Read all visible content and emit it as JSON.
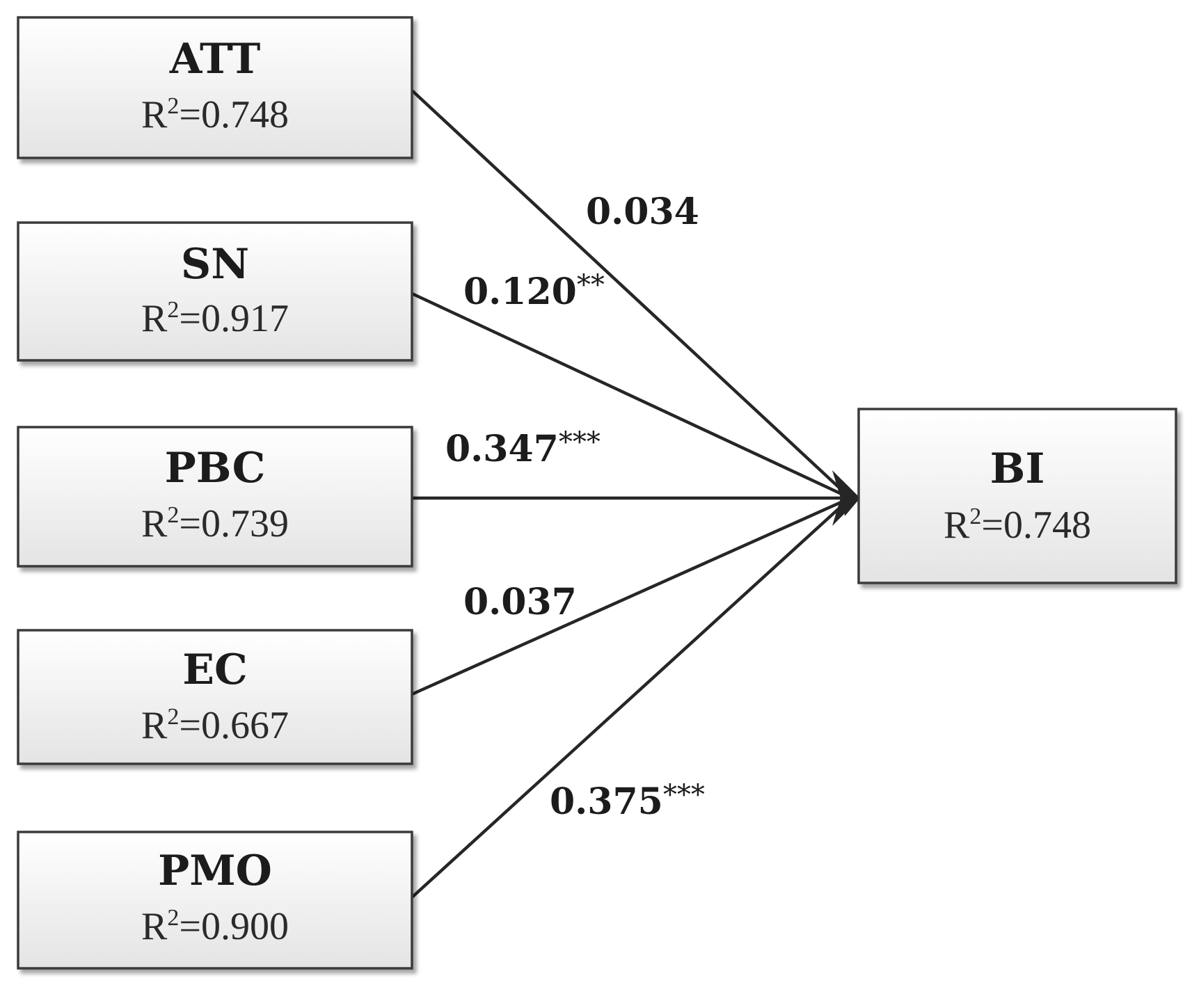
{
  "nodes": [
    {
      "id": "att",
      "name": "ATT",
      "r2_prefix": "R",
      "r2_sup": "2",
      "r2_value": "=0.748"
    },
    {
      "id": "sn",
      "name": "SN",
      "r2_prefix": "R",
      "r2_sup": "2",
      "r2_value": "=0.917"
    },
    {
      "id": "pbc",
      "name": "PBC",
      "r2_prefix": "R",
      "r2_sup": "2",
      "r2_value": "=0.739"
    },
    {
      "id": "ec",
      "name": "EC",
      "r2_prefix": "R",
      "r2_sup": "2",
      "r2_value": "=0.667"
    },
    {
      "id": "pmo",
      "name": "PMO",
      "r2_prefix": "R",
      "r2_sup": "2",
      "r2_value": "=0.900"
    },
    {
      "id": "bi",
      "name": "BI",
      "r2_prefix": "R",
      "r2_sup": "2",
      "r2_value": "=0.748"
    }
  ],
  "edges": [
    {
      "from": "ATT",
      "to": "BI",
      "coefficient": "0.034",
      "stars": ""
    },
    {
      "from": "SN",
      "to": "BI",
      "coefficient": "0.120",
      "stars": "**"
    },
    {
      "from": "PBC",
      "to": "BI",
      "coefficient": "0.347",
      "stars": "***"
    },
    {
      "from": "EC",
      "to": "BI",
      "coefficient": "0.037",
      "stars": ""
    },
    {
      "from": "PMO",
      "to": "BI",
      "coefficient": "0.375",
      "stars": "***"
    }
  ],
  "colors": {
    "box_fill_top": "#ffffff",
    "box_fill_bottom": "#e4e4e4",
    "stroke": "#3a3a3a",
    "arrow": "#262626"
  }
}
